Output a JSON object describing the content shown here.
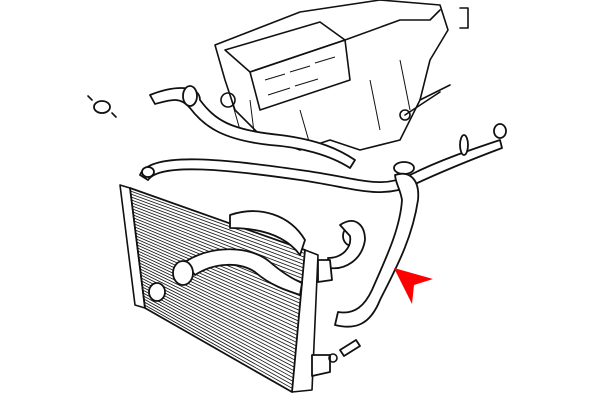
{
  "diagram": {
    "type": "exploded line drawing",
    "components": [
      "engine",
      "radiator",
      "upper-radiator-hose",
      "lower-radiator-hose",
      "bypass-hose",
      "hose-clamps",
      "expansion-pipe",
      "temperature-sensor"
    ],
    "colors": {
      "line": "#111111",
      "background": "#ffffff",
      "pointer_arrow": "#ff0000"
    },
    "pointer_arrow_direction": "up-left"
  }
}
